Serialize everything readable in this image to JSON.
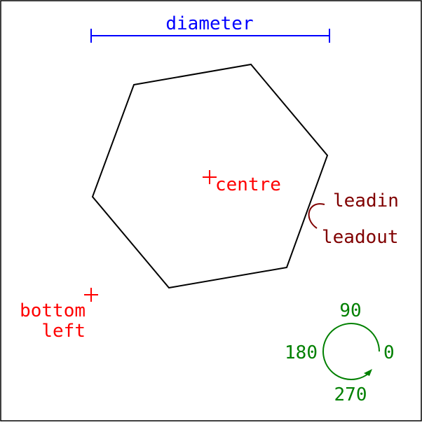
{
  "colors": {
    "background": "#ffffff",
    "outline": "#000000",
    "diameter": "#0000ff",
    "points": "#ff0000",
    "lead": "#800000",
    "angles": "#008000"
  },
  "labels": {
    "diameter": "diameter",
    "centre": "centre",
    "bottom_left_1": "bottom",
    "bottom_left_2": "left",
    "leadin": "leadin",
    "leadout": "leadout",
    "angle_90": "90",
    "angle_180": "180",
    "angle_0": "0",
    "angle_270": "270"
  },
  "shape": {
    "type": "hexagon"
  }
}
